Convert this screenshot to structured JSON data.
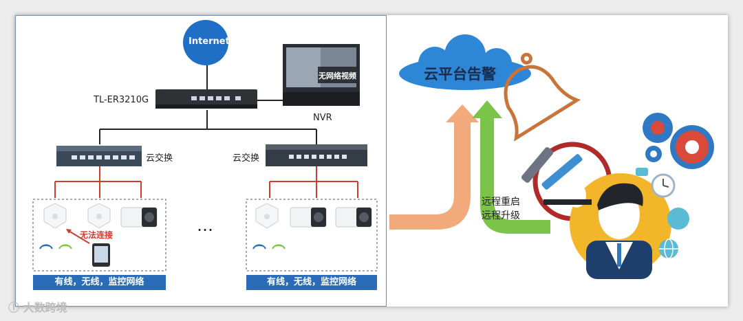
{
  "internet_label": "Internet",
  "router_label": "TL-ER3210G",
  "nvr_label": "NVR",
  "nvr_screen_text": "无网络视频",
  "switch_left_label": "云交换",
  "switch_right_label": "云交换",
  "phone_warning": "无法连接",
  "group_left_label": "有线，无线，监控网络",
  "group_right_label": "有线，无线，监控网络",
  "ellipsis": "…",
  "cloud_alarm_label": "云平台告警",
  "remote_actions": [
    "远程重启",
    "远程升级"
  ],
  "watermark": "大数跨境",
  "colors": {
    "internet_blue": "#1f6fc6",
    "cloud_blue": "#2e86d6",
    "network_label_blue": "#2b6cb8",
    "red_link": "#d23a2a",
    "arrow_orange": "#f2a97c",
    "arrow_green": "#7cc34a",
    "bell_orange": "#c8743a"
  }
}
